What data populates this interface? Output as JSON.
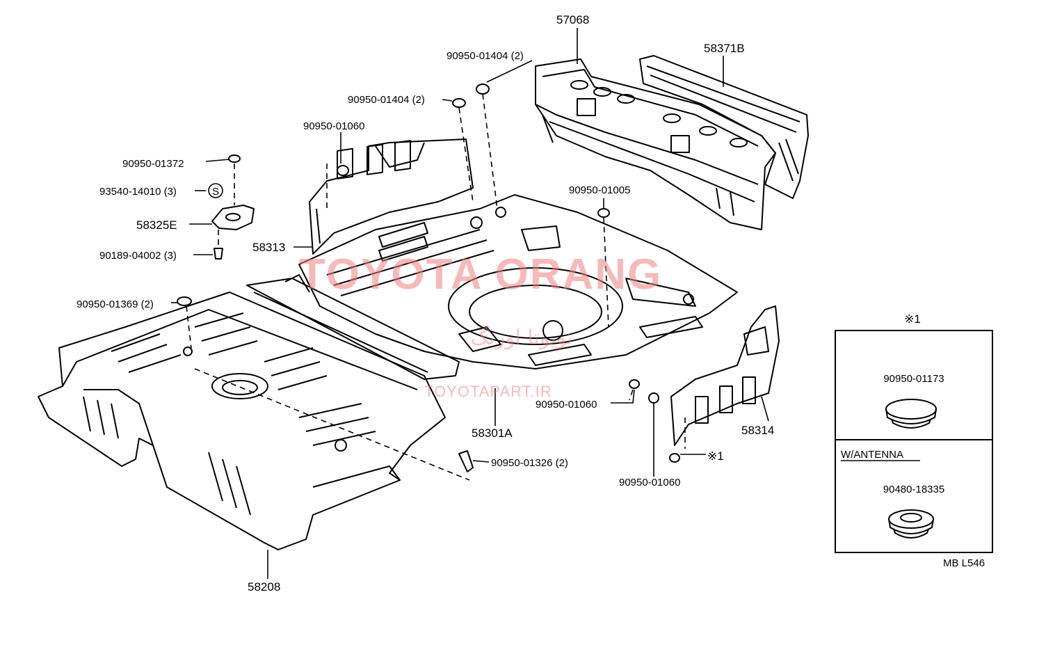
{
  "labels": {
    "p57068": "57068",
    "p58371B": "58371B",
    "p90950_01404_a": "90950-01404 (2)",
    "p90950_01404_b": "90950-01404 (2)",
    "p90950_01060_top": "90950-01060",
    "p90950_01372": "90950-01372",
    "p93540_14010": "93540-14010 (3)",
    "p58325E": "58325E",
    "p90189_04002": "90189-04002 (3)",
    "p58313": "58313",
    "p90950_01005": "90950-01005",
    "p90950_01369": "90950-01369 (2)",
    "p90950_01060_mid": "90950-01060",
    "p58301A": "58301A",
    "p58314": "58314",
    "p90950_01326": "90950-01326 (2)",
    "p90950_01060_bot": "90950-01060",
    "p_note_ref": "※1",
    "p58208": "58208",
    "s_symbol": "S"
  },
  "inset": {
    "title": "※1",
    "part_top": "90950-01173",
    "section_label": "W/ANTENNA",
    "part_bottom": "90480-18335"
  },
  "diagram_code": "MB L546",
  "watermark": {
    "brand": "TOYOTA ORANG",
    "site": "TOYOTAPART.IR",
    "script_text": "تویوتا اورنگ"
  },
  "colors": {
    "line": "#000000",
    "watermark": "#f08080"
  }
}
